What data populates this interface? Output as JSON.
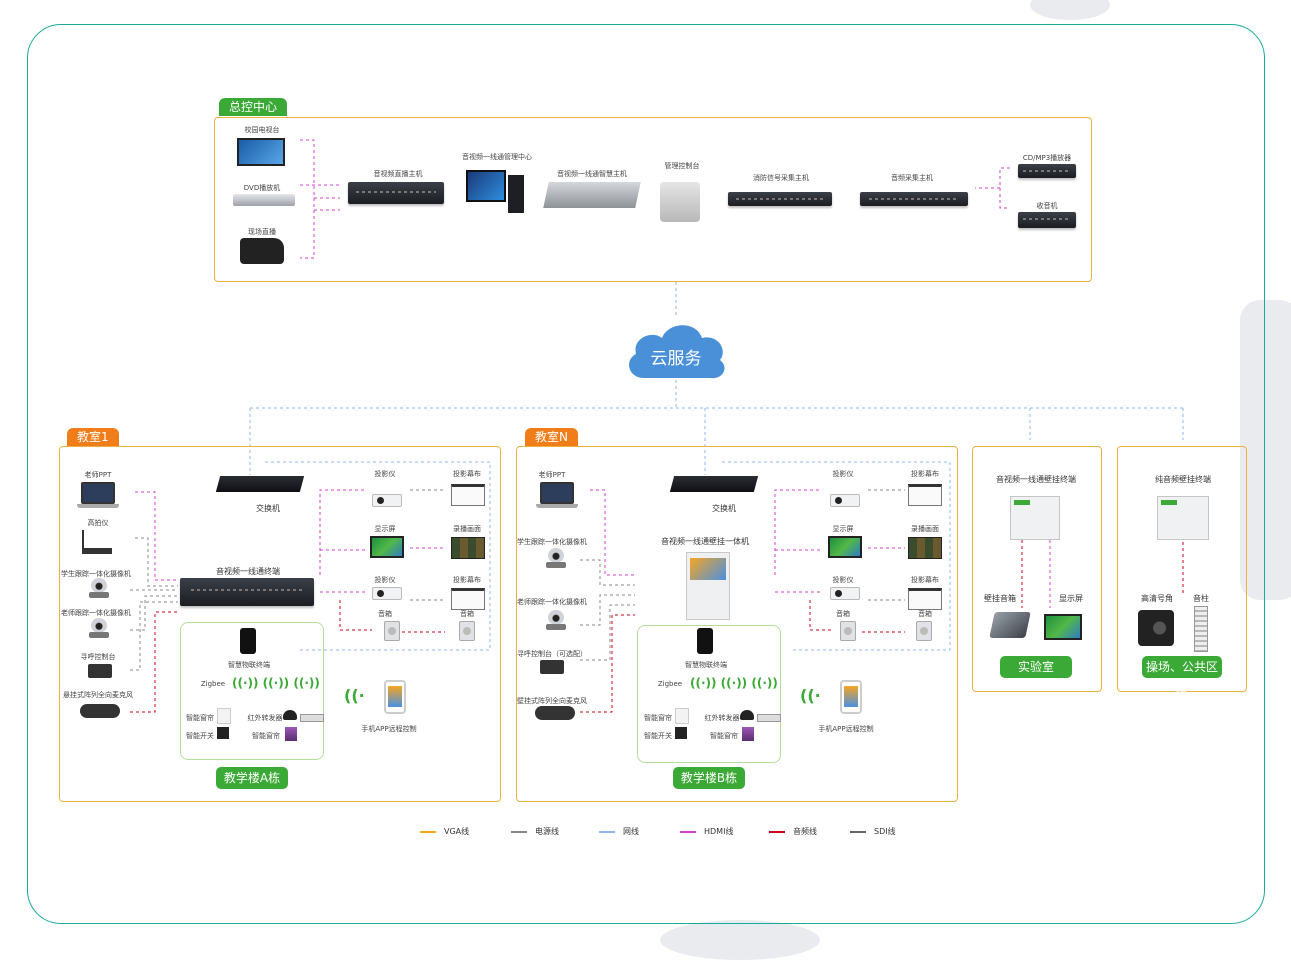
{
  "colors": {
    "frame": "#1aa99c",
    "green": "#3aa935",
    "orange": "#f07d1a",
    "box_border": "#f0b040",
    "cloud": "#4a90d9"
  },
  "control_center": {
    "tag": "总控中心",
    "devices": {
      "campus_tv": "校园电视台",
      "dvd": "DVD播放机",
      "live": "现场直播",
      "av_encoder": "音视频直播主机",
      "mgmt_center": "音视频一线通管理中心",
      "smart_host": "音视频一线通智慧主机",
      "console": "管理控制台",
      "fire_host": "消防信号采集主机",
      "audio_host": "音频采集主机",
      "cd_player": "CD/MP3播放器",
      "tuner": "收音机"
    }
  },
  "cloud": {
    "label": "云服务"
  },
  "classroom1": {
    "tag": "教室1",
    "inputs": [
      "老师PPT",
      "高拍仪",
      "学生跟踪一体化摄像机",
      "老师跟踪一体化摄像机",
      "寻呼控制台",
      "悬挂式阵列全向麦克风"
    ],
    "switch": "交换机",
    "terminal": "音视频一线通终端",
    "outputs_left": [
      "投影仪",
      "显示屏",
      "投影仪",
      "音箱"
    ],
    "outputs_right": [
      "投影幕布",
      "录播画面",
      "投影幕布",
      "音箱"
    ],
    "iot": {
      "gateway": "智慧物联终端",
      "zigbee": "Zigbee",
      "curtain": "智能窗帘",
      "ir": "红外转发器",
      "switch": "智能开关",
      "blind": "智能窗帘",
      "app": "手机APP远程控制"
    },
    "building": "教学楼A栋"
  },
  "classroomN": {
    "tag": "教室N",
    "inputs": [
      "老师PPT",
      "学生跟踪一体化摄像机",
      "老师跟踪一体化摄像机",
      "寻呼控制台（可选配）",
      "壁挂式阵列全向麦克风"
    ],
    "switch": "交换机",
    "terminal": "音视频一线通壁挂一体机",
    "outputs_left": [
      "投影仪",
      "显示屏",
      "投影仪",
      "音箱"
    ],
    "outputs_right": [
      "投影幕布",
      "录播画面",
      "投影幕布",
      "音箱"
    ],
    "iot": {
      "gateway": "智慧物联终端",
      "zigbee": "Zigbee",
      "curtain": "智能窗帘",
      "ir": "红外转发器",
      "switch": "智能开关",
      "blind": "智能窗帘",
      "app": "手机APP远程控制"
    },
    "building": "教学楼B栋"
  },
  "lab": {
    "title": "音视频一线通壁挂终端",
    "speaker": "壁挂音箱",
    "display": "显示屏",
    "building": "实验室"
  },
  "public": {
    "title": "纯音频壁挂终端",
    "horn": "高清号角",
    "column": "音柱",
    "building": "操场、公共区域"
  },
  "legend": [
    {
      "label": "VGA线",
      "color": "#f5a623"
    },
    {
      "label": "电源线",
      "color": "#888888"
    },
    {
      "label": "网线",
      "color": "#8db8e8"
    },
    {
      "label": "HDMI线",
      "color": "#d63fd6"
    },
    {
      "label": "音频线",
      "color": "#d0021b"
    },
    {
      "label": "SDI线",
      "color": "#666666"
    }
  ]
}
